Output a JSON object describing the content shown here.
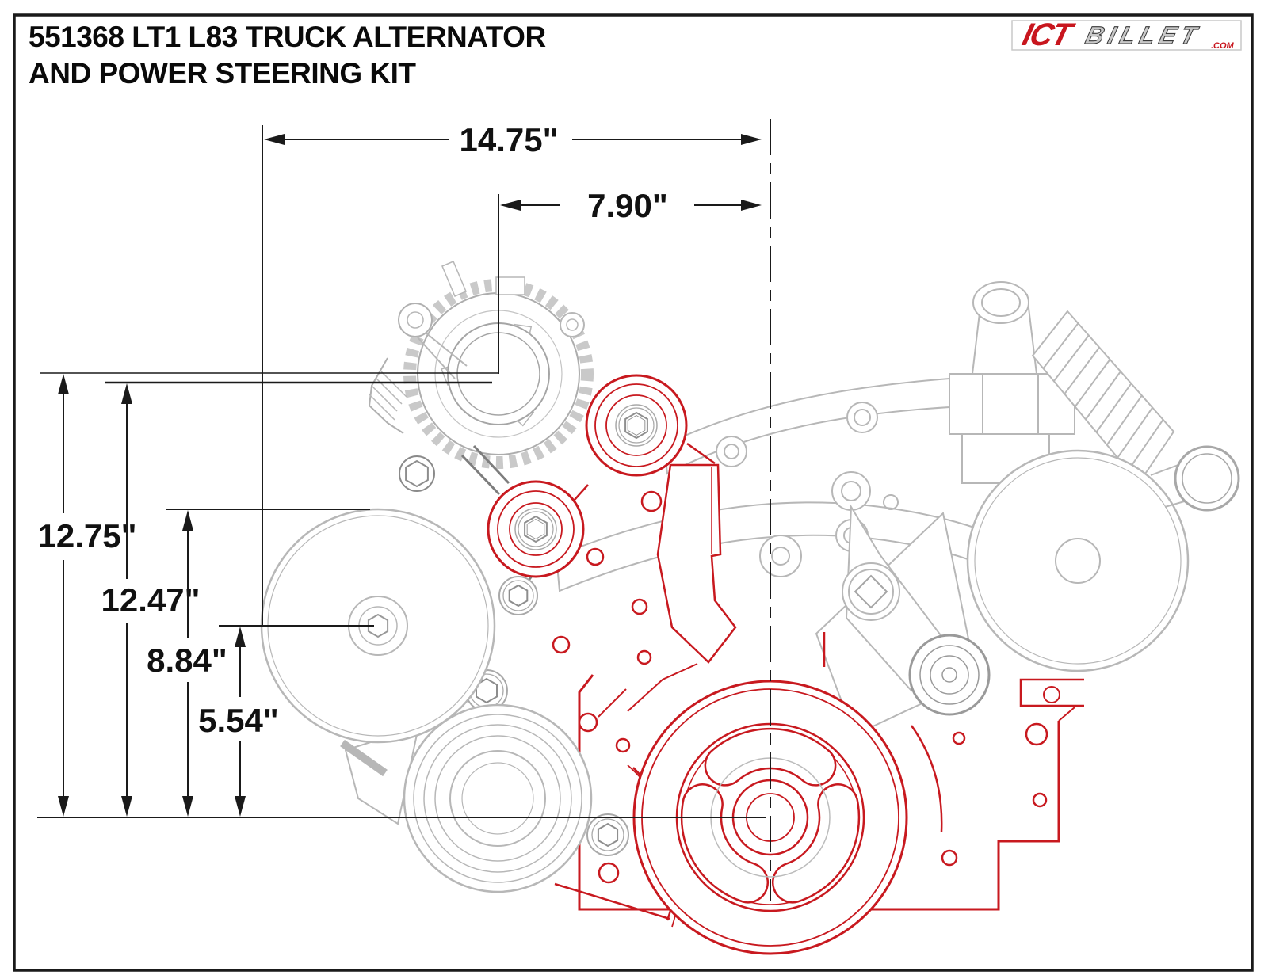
{
  "title": {
    "line1": "551368 LT1 L83 TRUCK ALTERNATOR",
    "line2": "AND POWER STEERING KIT"
  },
  "logo": {
    "ict": "ICT",
    "billet": "BILLET",
    "tld": ".COM"
  },
  "dimensions": {
    "overall_width": "14.75\"",
    "alt_to_crank_width": "7.90\"",
    "alt_center_height": "12.75\"",
    "alt_mount_height": "12.47\"",
    "ps_top_height": "8.84\"",
    "ps_center_height": "5.54\""
  },
  "colors": {
    "kit_red": "#c8191f",
    "engine_gray": "#b7b7b7",
    "dimension_black": "#1a1a1a",
    "logo_red": "#c8161e",
    "logo_silver": "#c8c8c8"
  }
}
